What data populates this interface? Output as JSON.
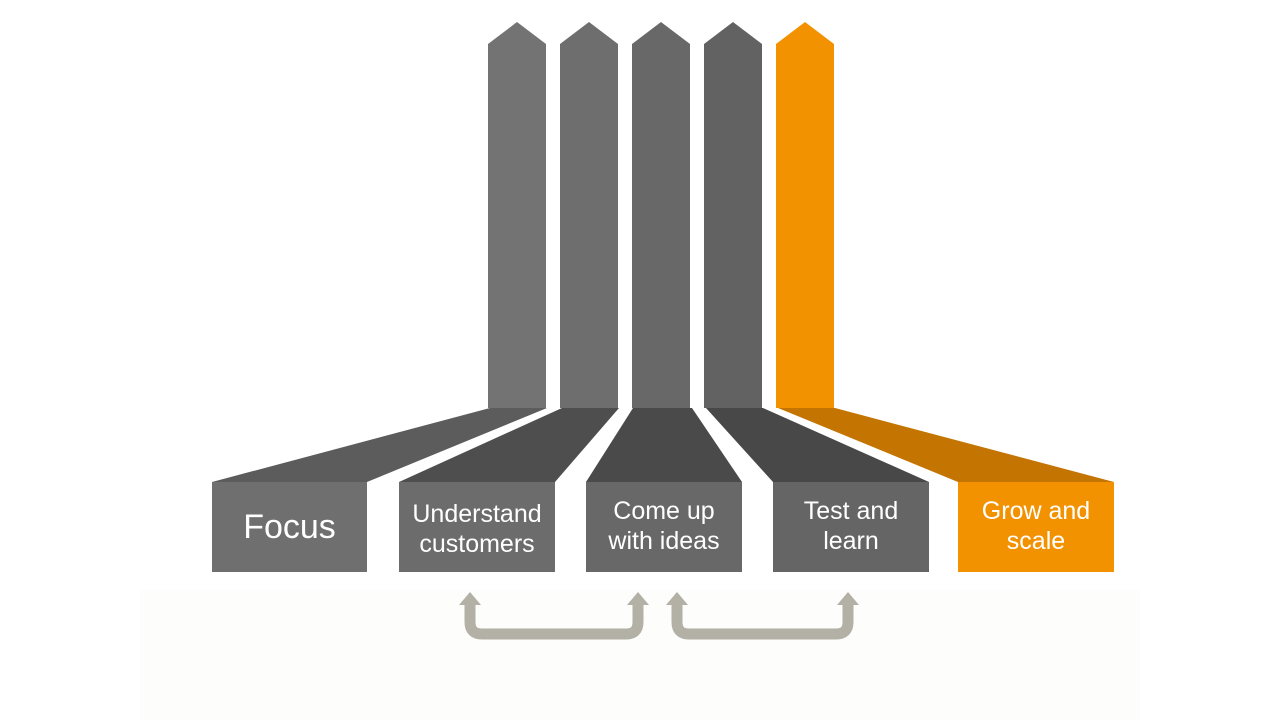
{
  "steps": [
    {
      "label": "Focus",
      "color": "#6f6f6f",
      "highlight": false
    },
    {
      "label": "Understand\ncustomers",
      "color": "#6f6f6f",
      "highlight": false
    },
    {
      "label": "Come up\nwith ideas",
      "color": "#6a6a6a",
      "highlight": false
    },
    {
      "label": "Test and\nlearn",
      "color": "#656565",
      "highlight": false
    },
    {
      "label": "Grow and\nscale",
      "color": "#f39200",
      "highlight": true
    }
  ],
  "colors": {
    "shaft_gray": "#666666",
    "funnel_gray": "#4e4e4e",
    "accent": "#f39200",
    "accent_dark": "#c47400",
    "loop_arrow": "#b3b0a5",
    "background": "#ffffff"
  }
}
